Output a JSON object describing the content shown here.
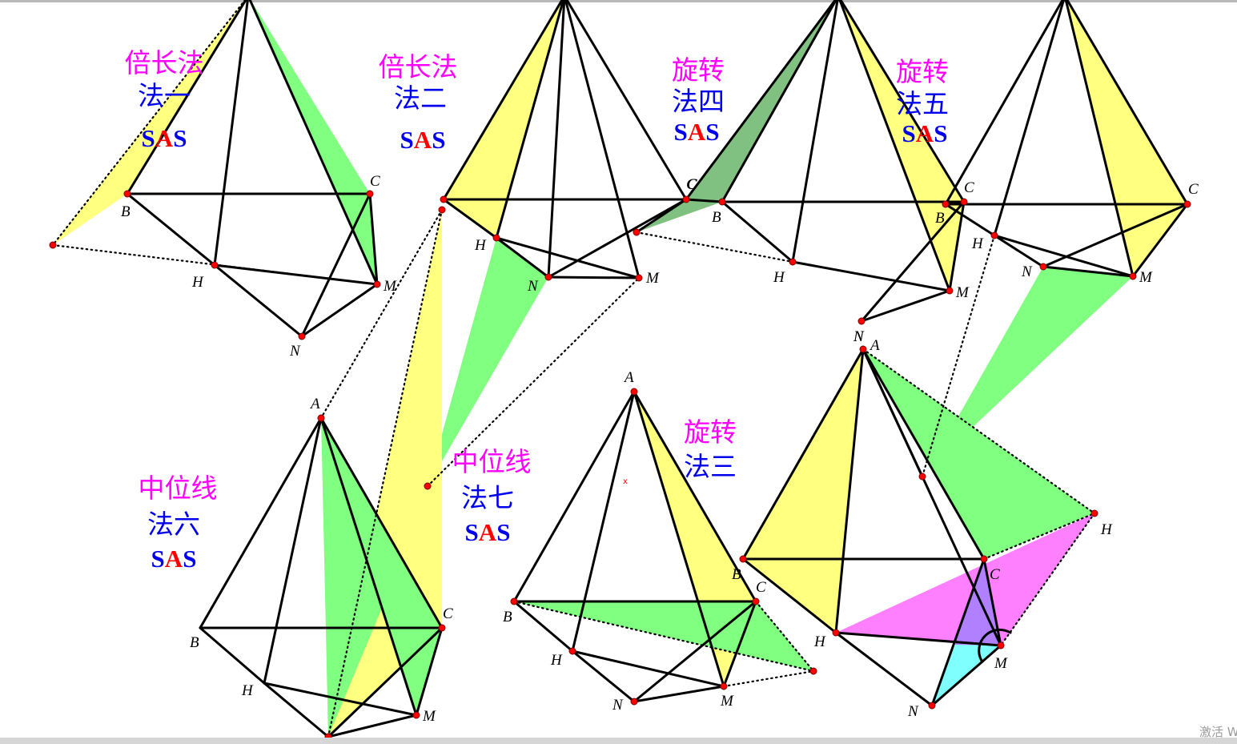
{
  "captions": [
    {
      "id": "c1",
      "method": "倍长法",
      "name": "法一",
      "has_sas": true
    },
    {
      "id": "c2",
      "method": "倍长法",
      "name": "法二",
      "has_sas": true
    },
    {
      "id": "c4",
      "method": "旋转",
      "name": "法四",
      "has_sas": true
    },
    {
      "id": "c5",
      "method": "旋转",
      "name": "法五",
      "has_sas": true
    },
    {
      "id": "c6",
      "method": "中位线",
      "name": "法六",
      "has_sas": true
    },
    {
      "id": "c7",
      "method": "中位线",
      "name": "法七",
      "has_sas": true
    },
    {
      "id": "c3",
      "method": "旋转",
      "name": "法三",
      "has_sas": false
    }
  ],
  "sas": {
    "left": "S",
    "middle": "A",
    "right": "S"
  },
  "point_labels": {
    "A": "A",
    "B": "B",
    "C": "C",
    "H": "H",
    "M": "M",
    "N": "N"
  },
  "marker": "x",
  "watermark": "激活 Windows",
  "colors": {
    "method": "#ff00ff",
    "name": "#0000ee",
    "sas_middle": "#ff0000",
    "yellow_fill": "#ffff80",
    "green_fill": "#80ff80",
    "dark_green_fill": "#80c080",
    "pink_fill": "#ff80ff",
    "cyan_fill": "#80ffff",
    "purple_fill": "#b080ff",
    "point": "#ff0000"
  }
}
